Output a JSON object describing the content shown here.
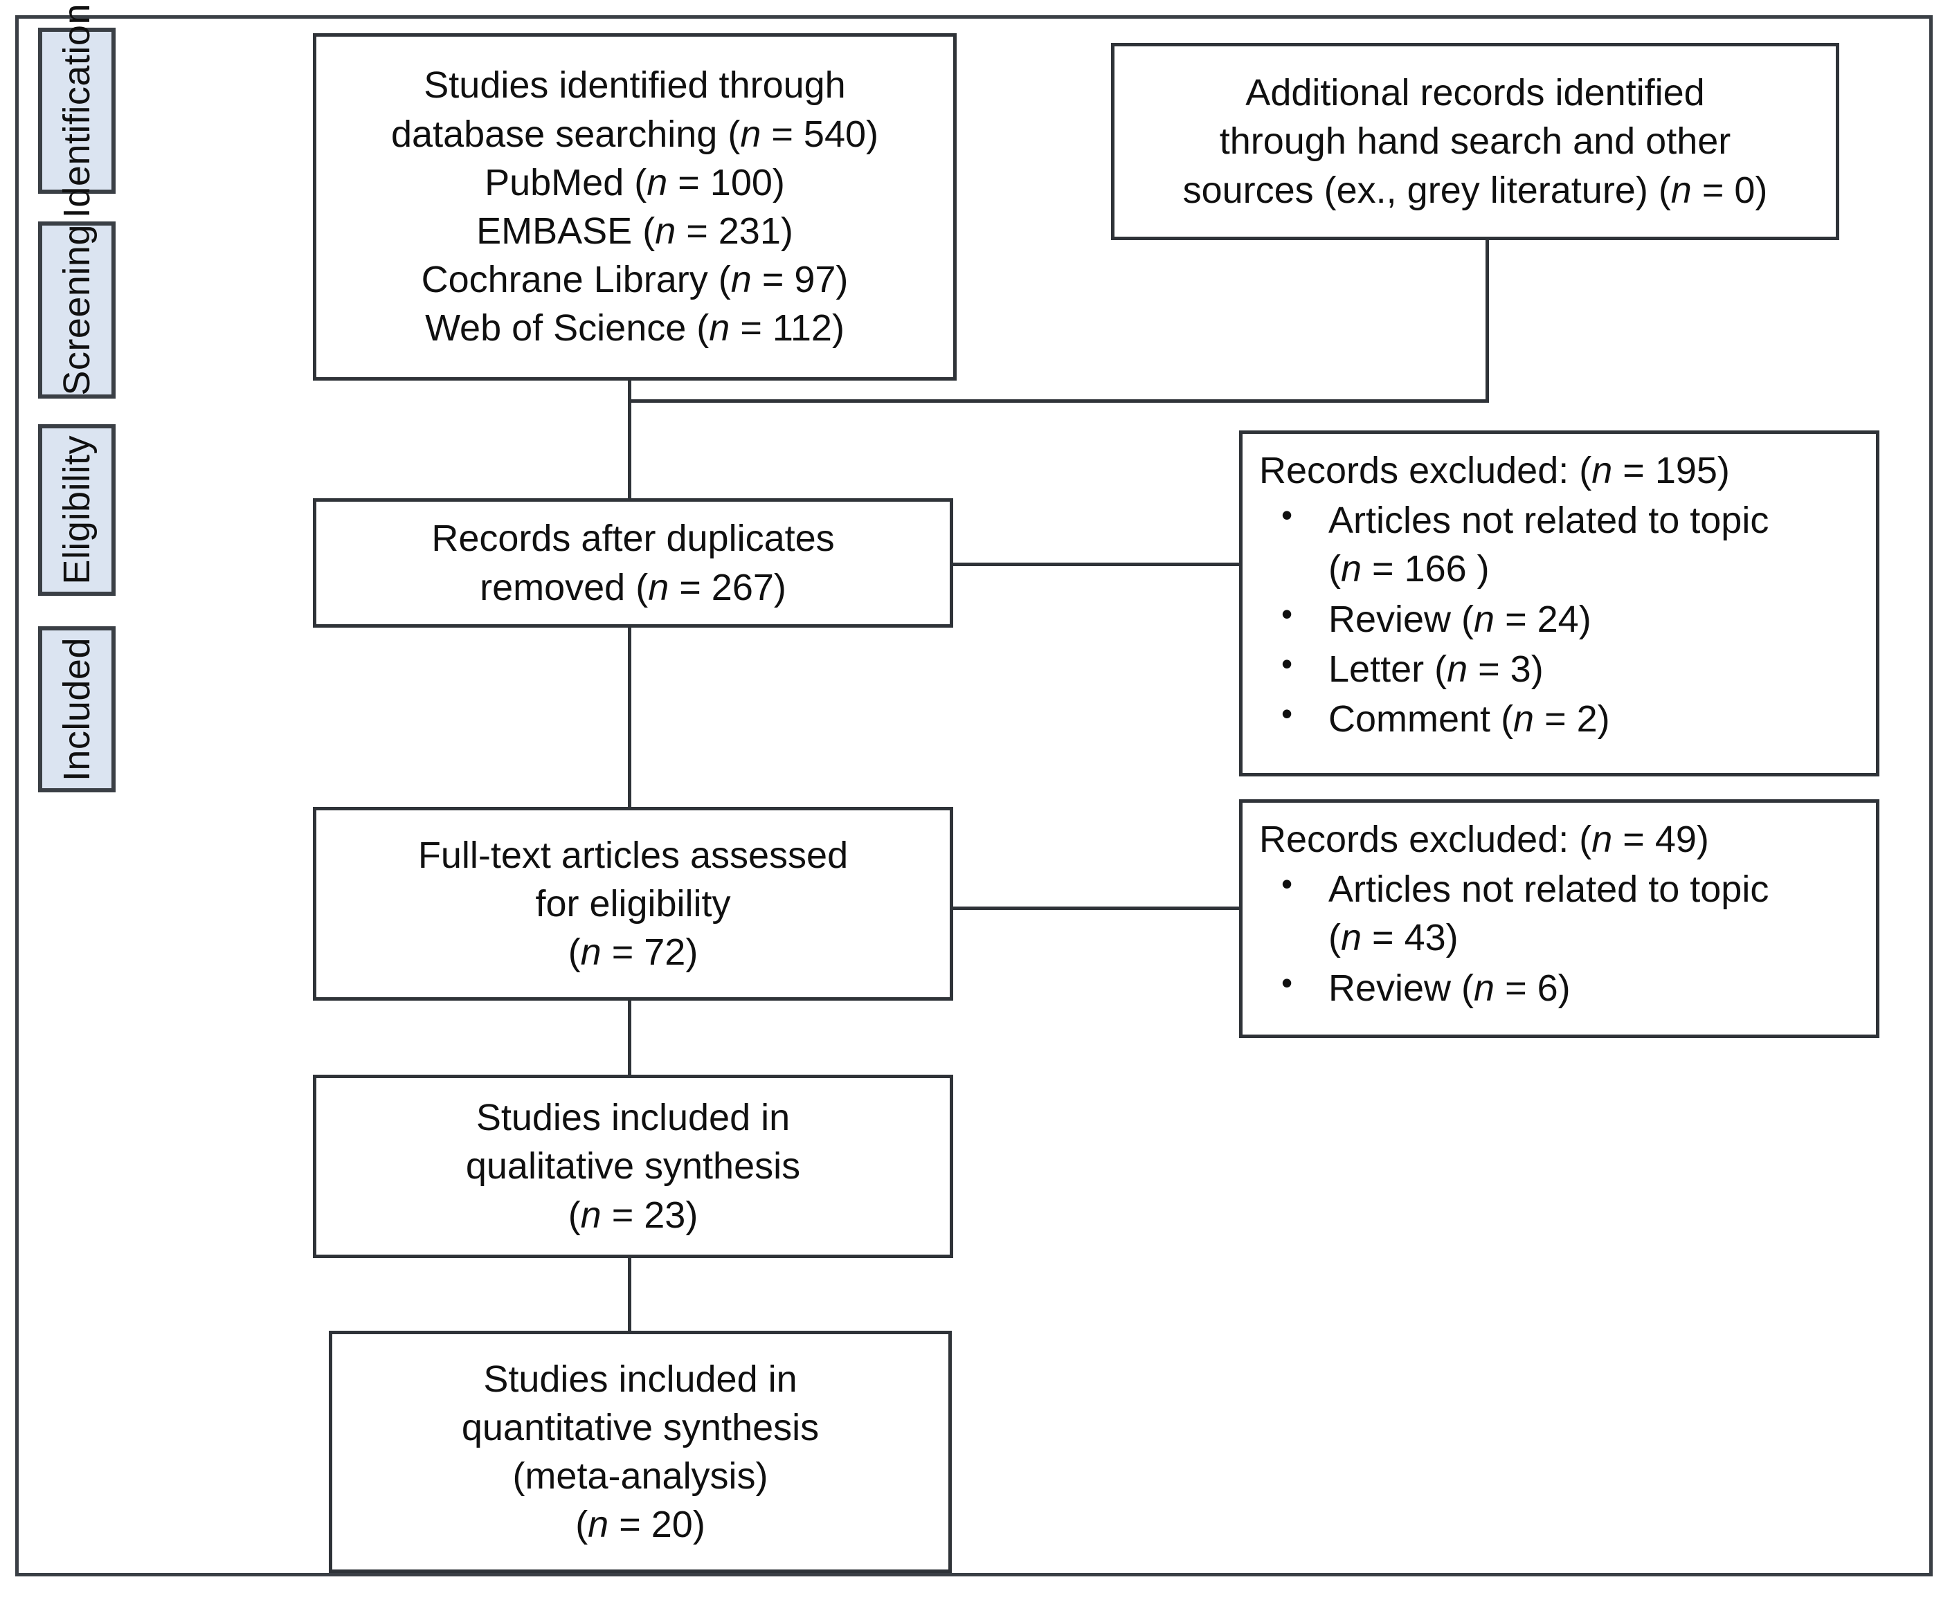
{
  "figure": {
    "title": "PRISMA flow diagram",
    "colors": {
      "stage_fill": "#dbe4f1",
      "border": "#2f3338",
      "frame": "#3a3f45",
      "text": "#101010",
      "background": "#ffffff"
    }
  },
  "stages": [
    {
      "id": "identification",
      "label": "Identification"
    },
    {
      "id": "screening",
      "label": "Screening"
    },
    {
      "id": "eligibility",
      "label": "Eligibility"
    },
    {
      "id": "included",
      "label": "Included"
    }
  ],
  "boxes": {
    "identified": {
      "id": "studies-identified-database",
      "lines": [
        "Studies identified through",
        "database searching (n = 540)",
        "PubMed (n = 100)",
        "EMBASE (n = 231)",
        "Cochrane Library (n = 97)",
        "Web of Science (n = 112)"
      ]
    },
    "additional": {
      "id": "additional-records",
      "lines": [
        "Additional records identified",
        "through hand search and other",
        "sources (ex., grey literature) (n = 0)"
      ]
    },
    "after_duplicates": {
      "id": "records-after-duplicates",
      "lines": [
        "Records after duplicates",
        "removed (n = 267)"
      ]
    },
    "fulltext": {
      "id": "fulltext-assessed",
      "lines": [
        "Full-text articles assessed",
        "for eligibility",
        "(n = 72)"
      ]
    },
    "qualitative": {
      "id": "studies-qualitative",
      "lines": [
        "Studies included in",
        "qualitative synthesis",
        "(n = 23)"
      ]
    },
    "quantitative": {
      "id": "studies-quantitative",
      "lines": [
        "Studies included in",
        "quantitative synthesis",
        "(meta-analysis)",
        "(n = 20)"
      ]
    },
    "excluded_screening": {
      "id": "records-excluded-screening",
      "heading": "Records excluded: (n = 195)",
      "bullet": "•",
      "items": [
        [
          "Articles not related to topic",
          "(n = 166 )"
        ],
        [
          "Review (n = 24)"
        ],
        [
          "Letter (n = 3)"
        ],
        [
          "Comment (n = 2)"
        ]
      ]
    },
    "excluded_eligibility": {
      "id": "records-excluded-eligibility",
      "heading": "Records excluded: (n = 49)",
      "bullet": "•",
      "items": [
        [
          "Articles not related to topic",
          "(n = 43)"
        ],
        [
          "Review (n = 6)"
        ]
      ]
    }
  },
  "counts": {
    "database_total": 540,
    "pubmed": 100,
    "embase": 231,
    "cochrane": 97,
    "web_of_science": 112,
    "additional_records": 0,
    "after_duplicates": 267,
    "excluded_screening_total": 195,
    "excluded_screening_not_related": 166,
    "excluded_screening_review": 24,
    "excluded_screening_letter": 3,
    "excluded_screening_comment": 2,
    "fulltext_assessed": 72,
    "excluded_eligibility_total": 49,
    "excluded_eligibility_not_related": 43,
    "excluded_eligibility_review": 6,
    "qualitative_included": 23,
    "quantitative_included": 20
  }
}
